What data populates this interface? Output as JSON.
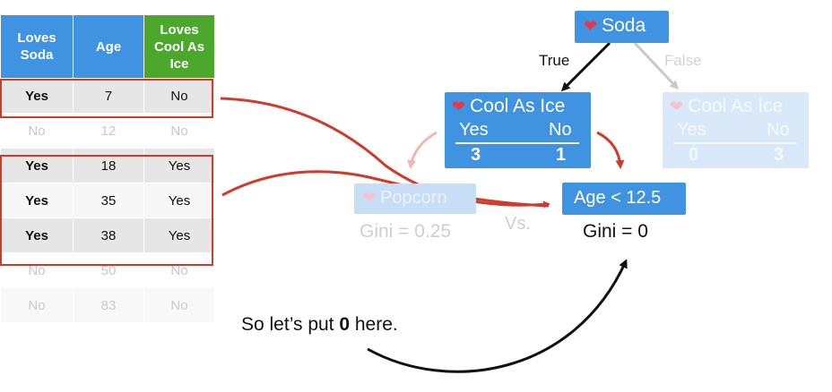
{
  "table": {
    "headers": [
      "Loves\nSoda",
      "Age",
      "Loves\nCool As\nIce"
    ],
    "rows": [
      [
        "Yes",
        "7",
        "No"
      ],
      [
        "No",
        "12",
        "No"
      ],
      [
        "Yes",
        "18",
        "Yes"
      ],
      [
        "Yes",
        "35",
        "Yes"
      ],
      [
        "Yes",
        "38",
        "Yes"
      ],
      [
        "No",
        "50",
        "No"
      ],
      [
        "No",
        "83",
        "No"
      ]
    ]
  },
  "tree": {
    "root": {
      "label": "Soda"
    },
    "true_label": "True",
    "false_label": "False",
    "left_node": {
      "label": "Cool As Ice",
      "yes_label": "Yes",
      "no_label": "No",
      "yes_count": "3",
      "no_count": "1"
    },
    "right_node": {
      "label": "Cool As Ice",
      "yes_label": "Yes",
      "no_label": "No",
      "yes_count": "0",
      "no_count": "3"
    },
    "popcorn": {
      "label": "Popcorn",
      "gini": "Gini = 0.25"
    },
    "age_node": {
      "label": "Age < 12.5",
      "gini": "Gini = 0"
    },
    "versus": "Vs."
  },
  "caption": {
    "prefix": "So let’s put ",
    "bold": "0",
    "suffix": " here."
  },
  "colors": {
    "blue": "#3f93e0",
    "green": "#4ba82d",
    "red": "#d13b2b",
    "heart": "#e8364b"
  }
}
